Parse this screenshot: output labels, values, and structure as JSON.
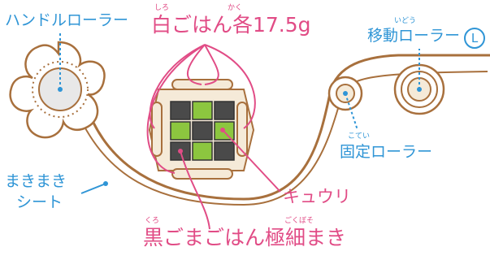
{
  "labels": {
    "handle_roller": "ハンドルローラー",
    "rice_main": "白ごはん各17.5g",
    "rice_ruby_shiro": "しろ",
    "rice_ruby_kaku": "かく",
    "moving_roller": "移動ローラー",
    "moving_ruby": "いどう",
    "moving_mark": "L",
    "fixed_roller": "固定ローラー",
    "fixed_ruby": "こてい",
    "sheet_line1": "まきまき",
    "sheet_line2": "シート",
    "cucumber": "キュウリ",
    "black_sesame": "黒ごまごはん極細まき",
    "black_ruby_kuro": "くろ",
    "black_ruby_gokuboso": "ごくぼそ"
  },
  "colors": {
    "brown": "#a8703d",
    "pink": "#e14c86",
    "blue": "#2f95d6",
    "green": "#8cc63f",
    "dark_sesame": "#4a4a4a",
    "rice": "#f5ead8"
  }
}
